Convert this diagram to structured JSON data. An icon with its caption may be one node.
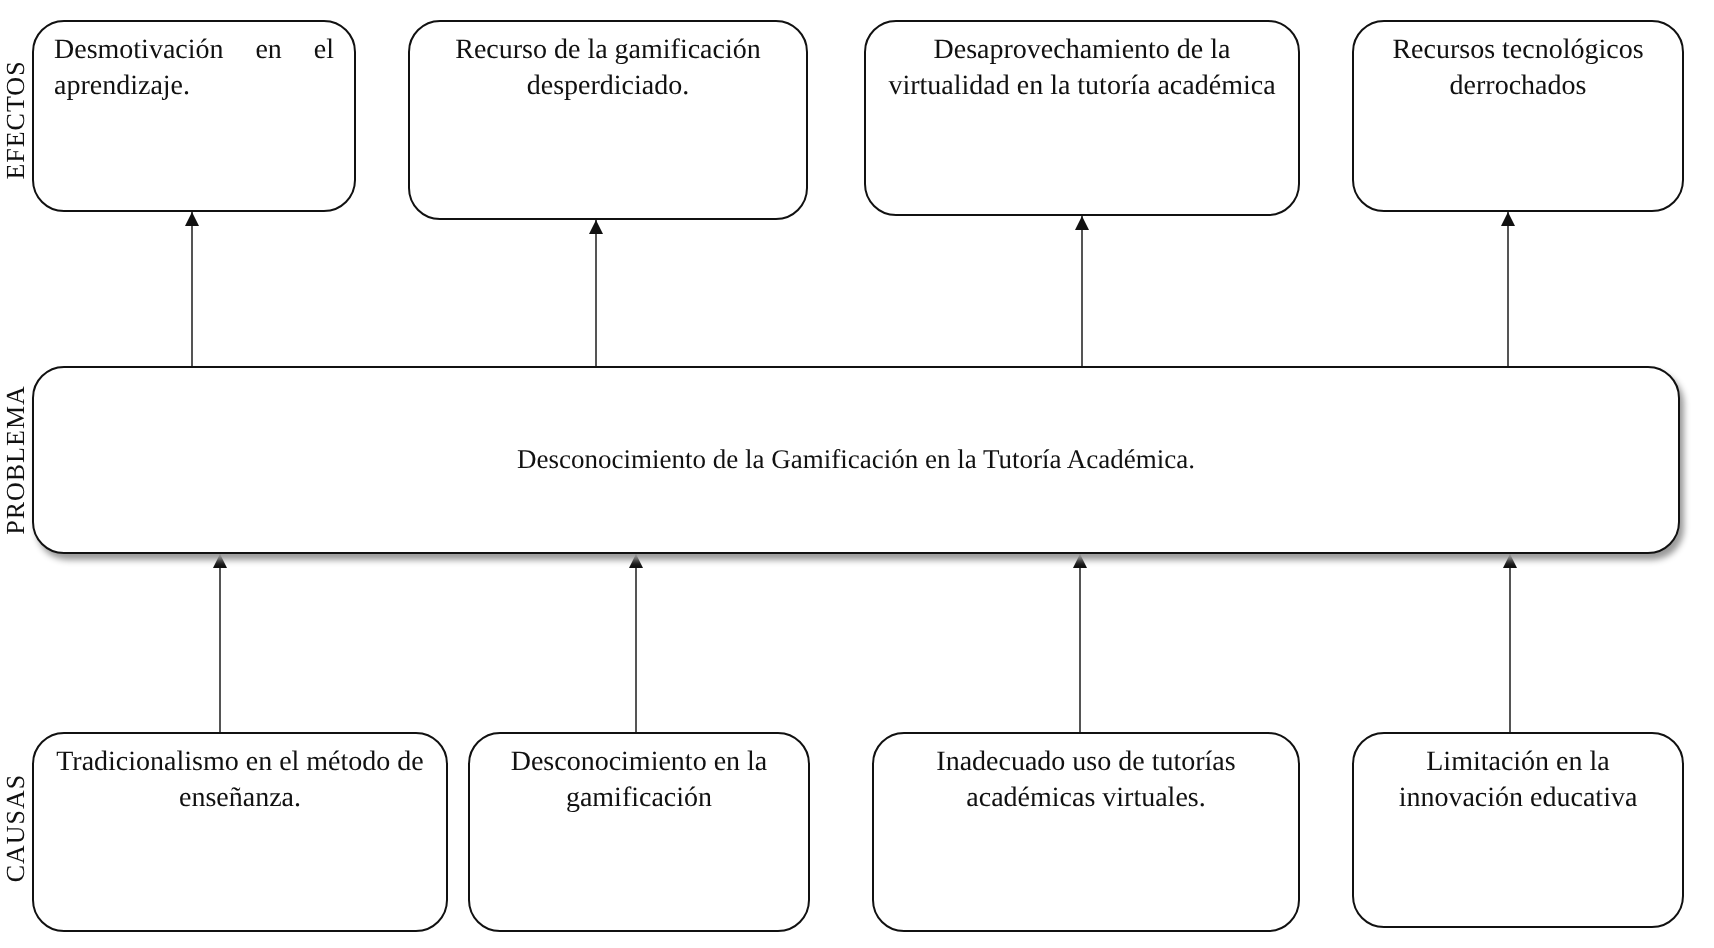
{
  "diagram": {
    "nodes": [
      {
        "text": [
          "Desmotivación en el aprendizaje."
        ]
      },
      {
        "text": [
          "Recurso de la gamificación desperdiciado."
        ]
      },
      {
        "text": [
          "Desaprovechamiento de la virtualidad en la tutoría académica"
        ]
      },
      {
        "text": [
          "Recursos tecnológicos derrochados"
        ]
      },
      {
        "text": [
          "Desconocimiento de la Gamificación en la Tutoría Académica."
        ]
      },
      {
        "text": [
          "Tradicionalismo en el método de enseñanza."
        ]
      },
      {
        "text": [
          "Desconocimiento en la gamificación"
        ]
      },
      {
        "text": [
          "Inadecuado uso de tutorías académicas virtuales."
        ]
      },
      {
        "text": [
          "Limitación en la innovación educativa"
        ]
      }
    ],
    "edges": [
      {
        "from": 4,
        "to": 0,
        "arrow": "to"
      },
      {
        "from": 4,
        "to": 1,
        "arrow": "to"
      },
      {
        "from": 4,
        "to": 2,
        "arrow": "to"
      },
      {
        "from": 4,
        "to": 3,
        "arrow": "to"
      },
      {
        "from": 5,
        "to": 4,
        "arrow": "to"
      },
      {
        "from": 6,
        "to": 4,
        "arrow": "to"
      },
      {
        "from": 7,
        "to": 4,
        "arrow": "to"
      },
      {
        "from": 8,
        "to": 4,
        "arrow": "to"
      }
    ],
    "labels": [
      "EFECTOS",
      "PROBLEMA",
      "CAUSAS"
    ]
  }
}
